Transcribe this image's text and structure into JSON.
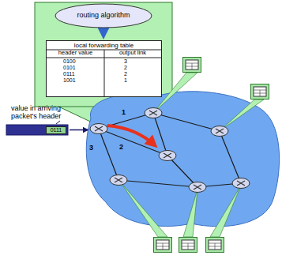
{
  "diagram": {
    "nodes": [
      {
        "text": [
          "routing algorithm"
        ]
      },
      {
        "text": [
          "local forwarding table"
        ]
      },
      {
        "text": [
          "0111"
        ]
      }
    ],
    "edges": [
      {
        "from": 0,
        "to": 1,
        "arrow": "to"
      }
    ],
    "labels": [
      "header value",
      "output link",
      "0100",
      "3",
      "0101",
      "2",
      "0111",
      "2",
      "1001",
      "1",
      "value in arriving packet's header",
      "1",
      "2",
      "3"
    ]
  }
}
